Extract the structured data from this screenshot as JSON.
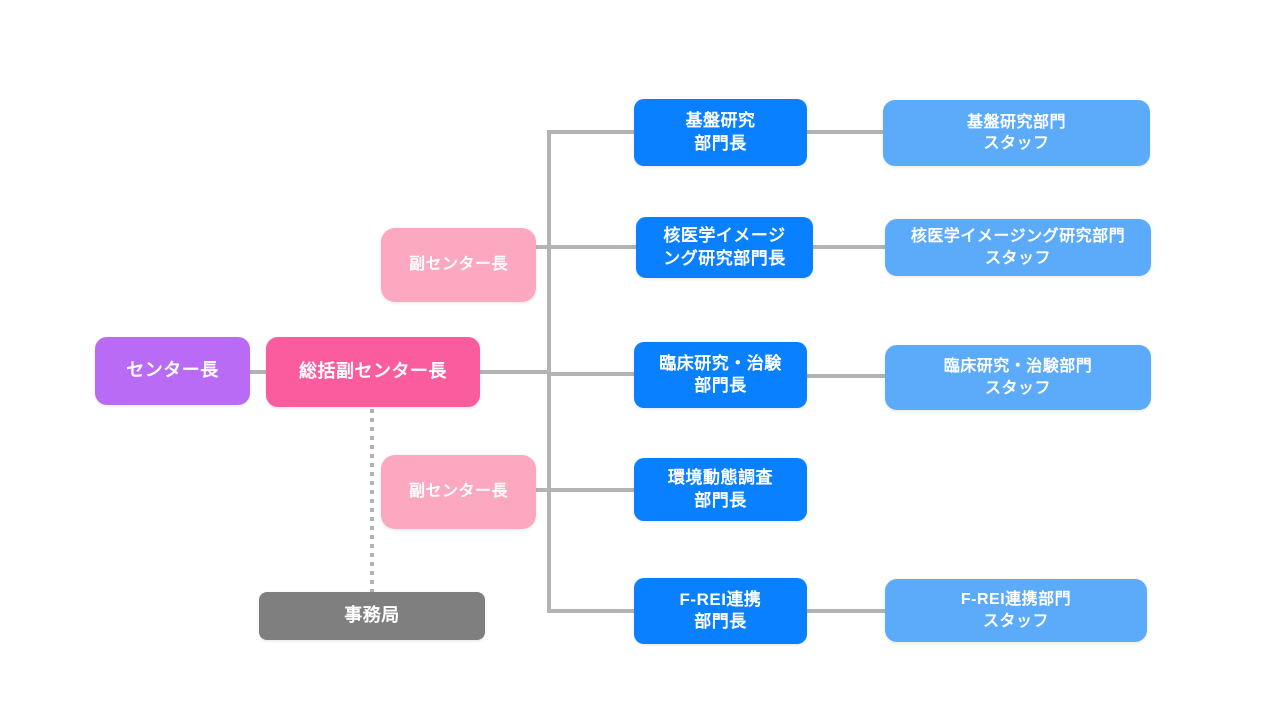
{
  "diagram": {
    "type": "organization-chart",
    "background_color": "#ffffff",
    "line_color": "#b3b3b3",
    "colors": {
      "center_director": "#b96bf5",
      "executive_deputy": "#fb5c9e",
      "deputy": "#fca8c0",
      "department_head": "#0880ff",
      "department_staff": "#5cabfb",
      "office": "#7f7f7f",
      "text": "#ffffff"
    }
  },
  "nodes": {
    "center_director": {
      "label": "センター長"
    },
    "executive_deputy": {
      "label": "総括副センター長"
    },
    "deputy_upper": {
      "label": "副センター長"
    },
    "deputy_lower": {
      "label": "副センター長"
    },
    "office": {
      "label": "事務局"
    },
    "departments": [
      {
        "head": "基盤研究\n部門長",
        "staff": "基盤研究部門\nスタッフ"
      },
      {
        "head": "核医学イメージ\nング研究部門長",
        "staff": "核医学イメージング研究部門\nスタッフ"
      },
      {
        "head": "臨床研究・治験\n部門長",
        "staff": "臨床研究・治験部門\nスタッフ"
      },
      {
        "head": "環境動態調査\n部門長",
        "staff": ""
      },
      {
        "head": "F-REI連携\n部門長",
        "staff": "F-REI連携部門\nスタッフ"
      }
    ]
  }
}
